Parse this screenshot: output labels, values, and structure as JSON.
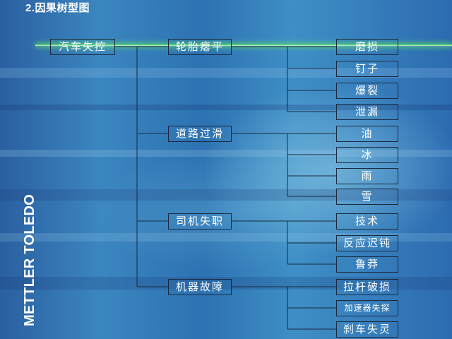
{
  "title": "2.因果树型图",
  "brand": "METTLER TOLEDO",
  "root": "汽车失控",
  "causes": [
    {
      "label": "轮胎瘪平",
      "leaves": [
        "磨损",
        "钉子",
        "爆裂",
        "泄漏"
      ]
    },
    {
      "label": "道路过滑",
      "leaves": [
        "油",
        "冰",
        "雨",
        "雪"
      ]
    },
    {
      "label": "司机失职",
      "leaves": [
        "技术",
        "反应迟钝",
        "鲁莽"
      ]
    },
    {
      "label": "机器故障",
      "leaves": [
        "拉杆破损",
        "加速器失探",
        "刹车失灵"
      ]
    }
  ]
}
